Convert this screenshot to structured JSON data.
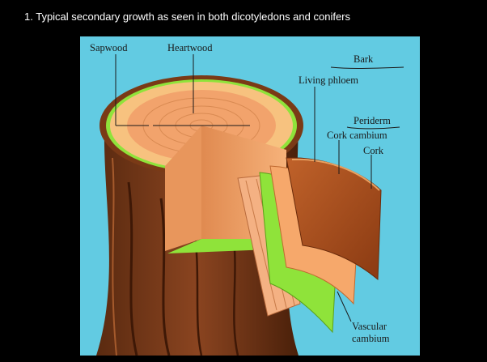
{
  "slide": {
    "title": "1. Typical secondary growth as seen in both dicotyledons and conifers"
  },
  "diagram": {
    "labels": {
      "sapwood": "Sapwood",
      "heartwood": "Heartwood",
      "bark": "Bark",
      "living_phloem": "Living phloem",
      "periderm": "Periderm",
      "cork_cambium": "Cork cambium",
      "cork": "Cork",
      "vascular_line1": "Vascular",
      "vascular_line2": "cambium"
    },
    "colors": {
      "background_sky": "#62cbe2",
      "heartwood": "#f2a36c",
      "sapwood": "#f7c27f",
      "vascular_cambium": "#8fe33a",
      "living_phloem": "#f6a86b",
      "cork": "#b5531c",
      "bark_surface": "#7a3a16"
    }
  }
}
